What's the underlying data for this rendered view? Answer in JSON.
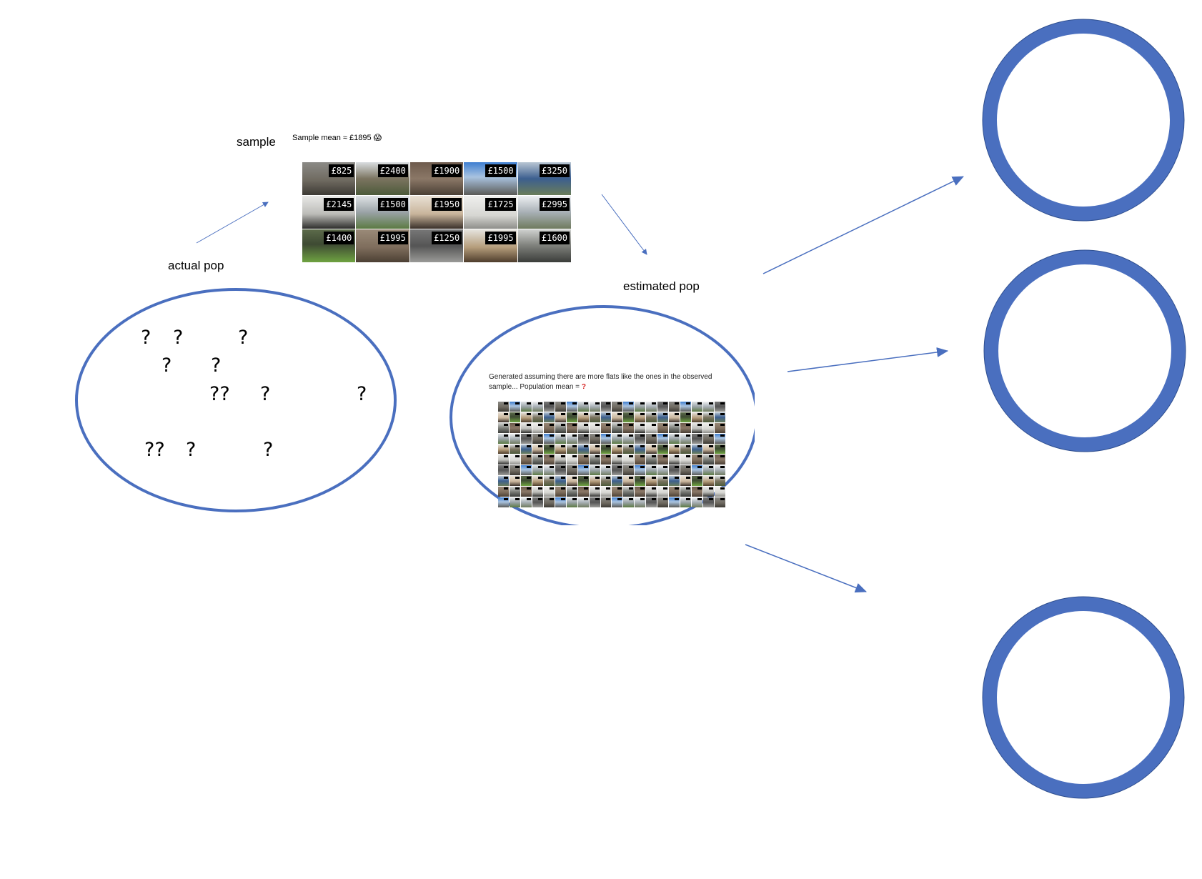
{
  "labels": {
    "sample": "sample",
    "actual_pop": "actual pop",
    "estimated_pop": "estimated pop",
    "sample_mean": "Sample mean ≈ £1895 😱",
    "estimated_caption": "Generated assuming there are more flats like the ones in the observed sample... Population mean =",
    "estimated_caption_mark": "?"
  },
  "sample_prices": [
    "£825",
    "£2400",
    "£1900",
    "£1500",
    "£3250",
    "£2145",
    "£1500",
    "£1950",
    "£1725",
    "£2995",
    "£1400",
    "£1995",
    "£1250",
    "£1995",
    "£1600"
  ],
  "question_marks": [
    "?",
    "?",
    "?",
    "?",
    "?",
    "??",
    "?",
    "?",
    "??",
    "?",
    "?"
  ],
  "colors": {
    "accent": "#4a6fbf",
    "accent_dark": "#2f4f8f",
    "outline_blue": "#4b6dbd"
  }
}
